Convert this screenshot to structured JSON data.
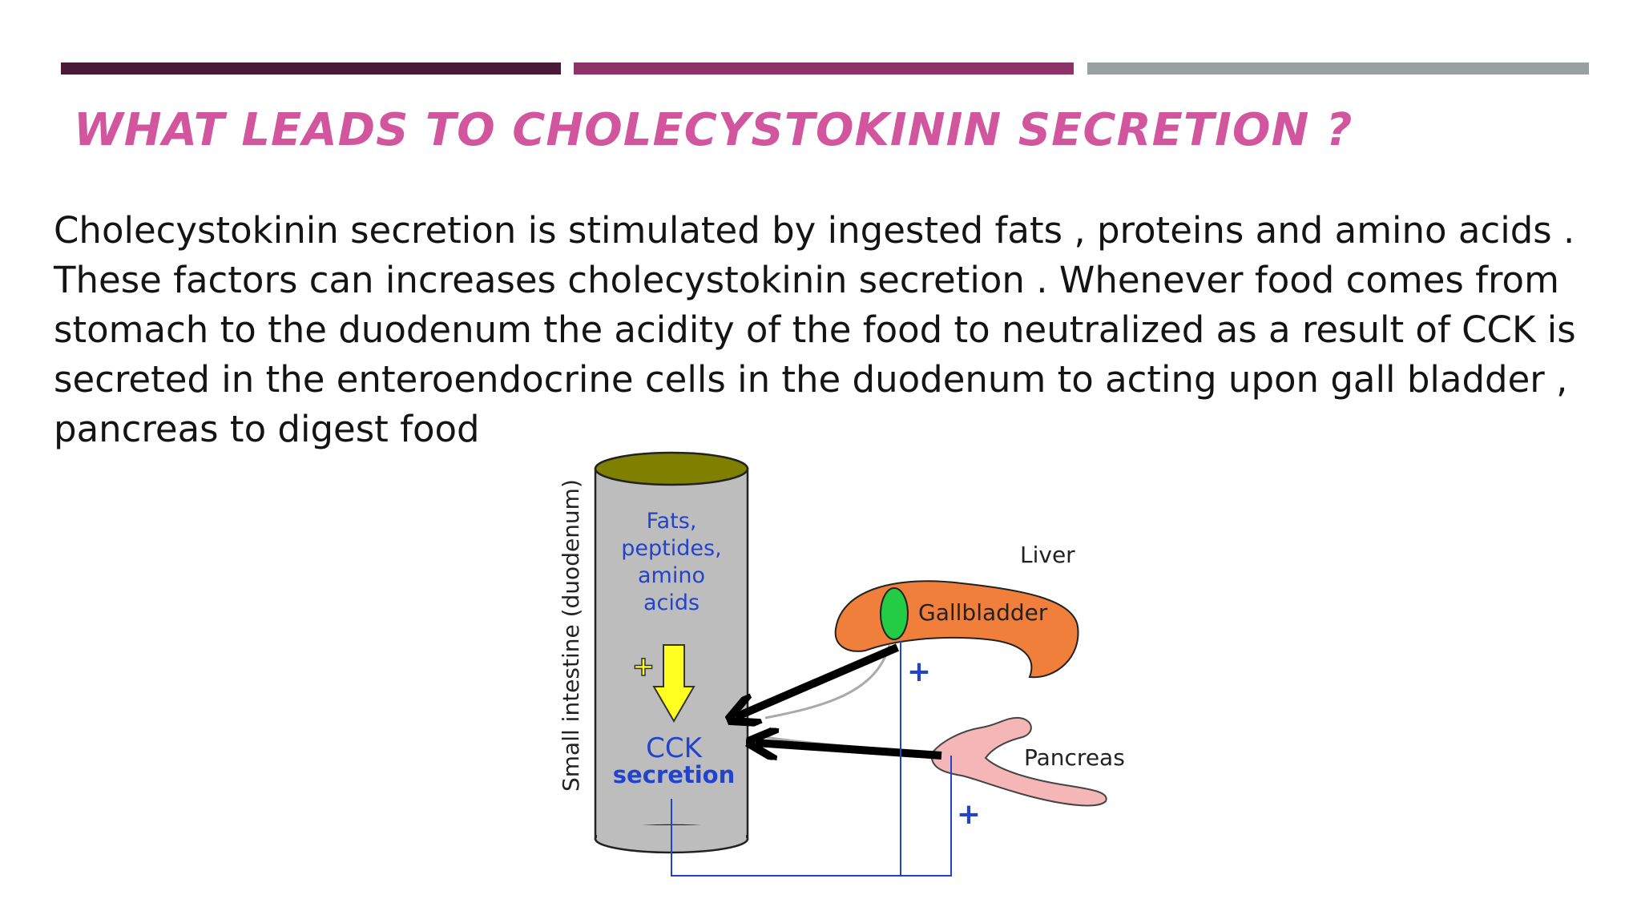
{
  "slide": {
    "title": "WHAT LEADS TO CHOLECYSTOKININ SECRETION ?",
    "body": "Cholecystokinin secretion is stimulated by ingested fats , proteins and amino acids . These factors can increases cholecystokinin secretion . Whenever food comes from stomach to the duodenum the acidity of the food to neutralized as a result of CCK is secreted in the enteroendocrine cells in the duodenum to acting upon gall bladder , pancreas to digest food",
    "accent_bars": [
      "#4a1a36",
      "#8e3369",
      "#99a0a2"
    ],
    "title_color": "#d1569e"
  },
  "diagram": {
    "intestine_label": "Small intestine (duodenum)",
    "stimuli_lines": [
      "Fats,",
      "peptides,",
      "amino",
      "acids"
    ],
    "plus_sign": "+",
    "cck_label": "CCK",
    "secretion_label": "secretion",
    "liver_label": "Liver",
    "gallbladder_label": "Gallbladder",
    "pancreas_label": "Pancreas",
    "colors": {
      "intestine": "#bdbdbd",
      "intestine_top": "#808000",
      "liver": "#f07f3c",
      "gallbladder": "#22cc44",
      "pancreas": "#f4b6b6",
      "arrow_yellow": "#ffff22",
      "blue": "#2244cc"
    }
  }
}
